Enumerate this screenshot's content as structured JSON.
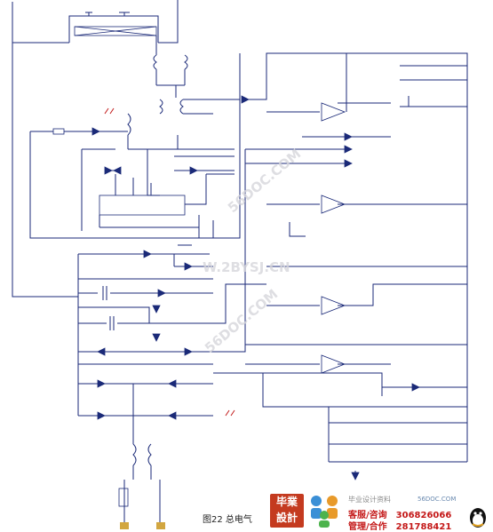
{
  "caption": "图22 总电气",
  "watermarks": [
    "56DOC.COM",
    "W.2BYSJ.CN",
    "56DOC.COM"
  ],
  "logo": {
    "line1": "毕業",
    "line2": "設計"
  },
  "site": {
    "text": "毕业设计资料",
    "url": "56DOC.COM"
  },
  "contacts": [
    {
      "key": "客服/咨询",
      "number": "306826066"
    },
    {
      "key": "管理/合作",
      "number": "281788421"
    }
  ],
  "colors": {
    "wire": "#1b2a78",
    "red": "#c21a1a",
    "watermark": "#d6d6dc",
    "logo": "#c43a1f"
  },
  "icons": [
    "people-icon",
    "qq-penguin-icon"
  ]
}
